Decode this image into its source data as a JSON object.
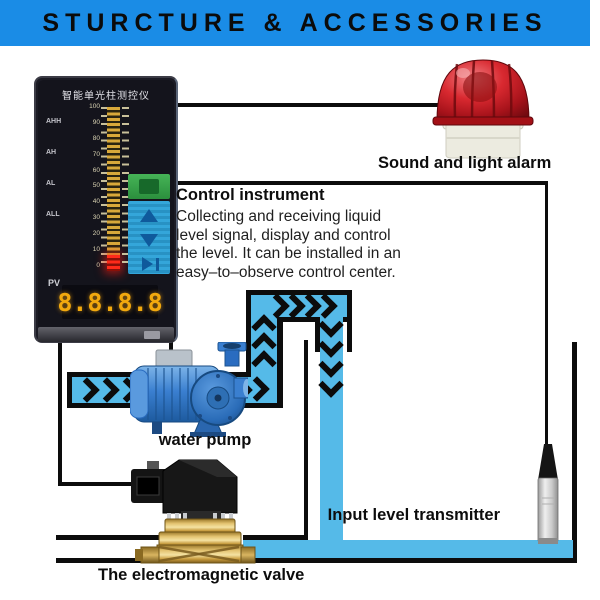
{
  "banner": {
    "title": "STURCTURE & ACCESSORIES"
  },
  "instrument": {
    "title": "智能单光柱测控仪",
    "alarm_labels": [
      "AHH",
      "AH",
      "AL",
      "ALL"
    ],
    "scale_ticks": [
      "100",
      "90",
      "80",
      "70",
      "60",
      "50",
      "40",
      "30",
      "20",
      "10",
      "0"
    ],
    "pv_label": "PV",
    "display_value": "8.8.8.8"
  },
  "description": {
    "title": "Control instrument",
    "lines": [
      "Collecting and receiving liquid",
      "level signal, display and control",
      "the level. It can be installed in an",
      "easy–to–observe control center."
    ]
  },
  "labels": {
    "alarm": "Sound and light alarm",
    "pump": "water pump",
    "valve": "The electromagnetic valve",
    "transmitter": "Input level transmitter"
  },
  "colors": {
    "banner_bg": "#1a8ce6",
    "pipe_blue": "#55bae8",
    "led_amber": "#f2a90e",
    "led_red": "#ff2a1a",
    "alarm_red": "#c6191f",
    "pump_blue": "#2e78c8",
    "valve_brass": "#c59d48",
    "wire_black": "#0c0c0c"
  }
}
